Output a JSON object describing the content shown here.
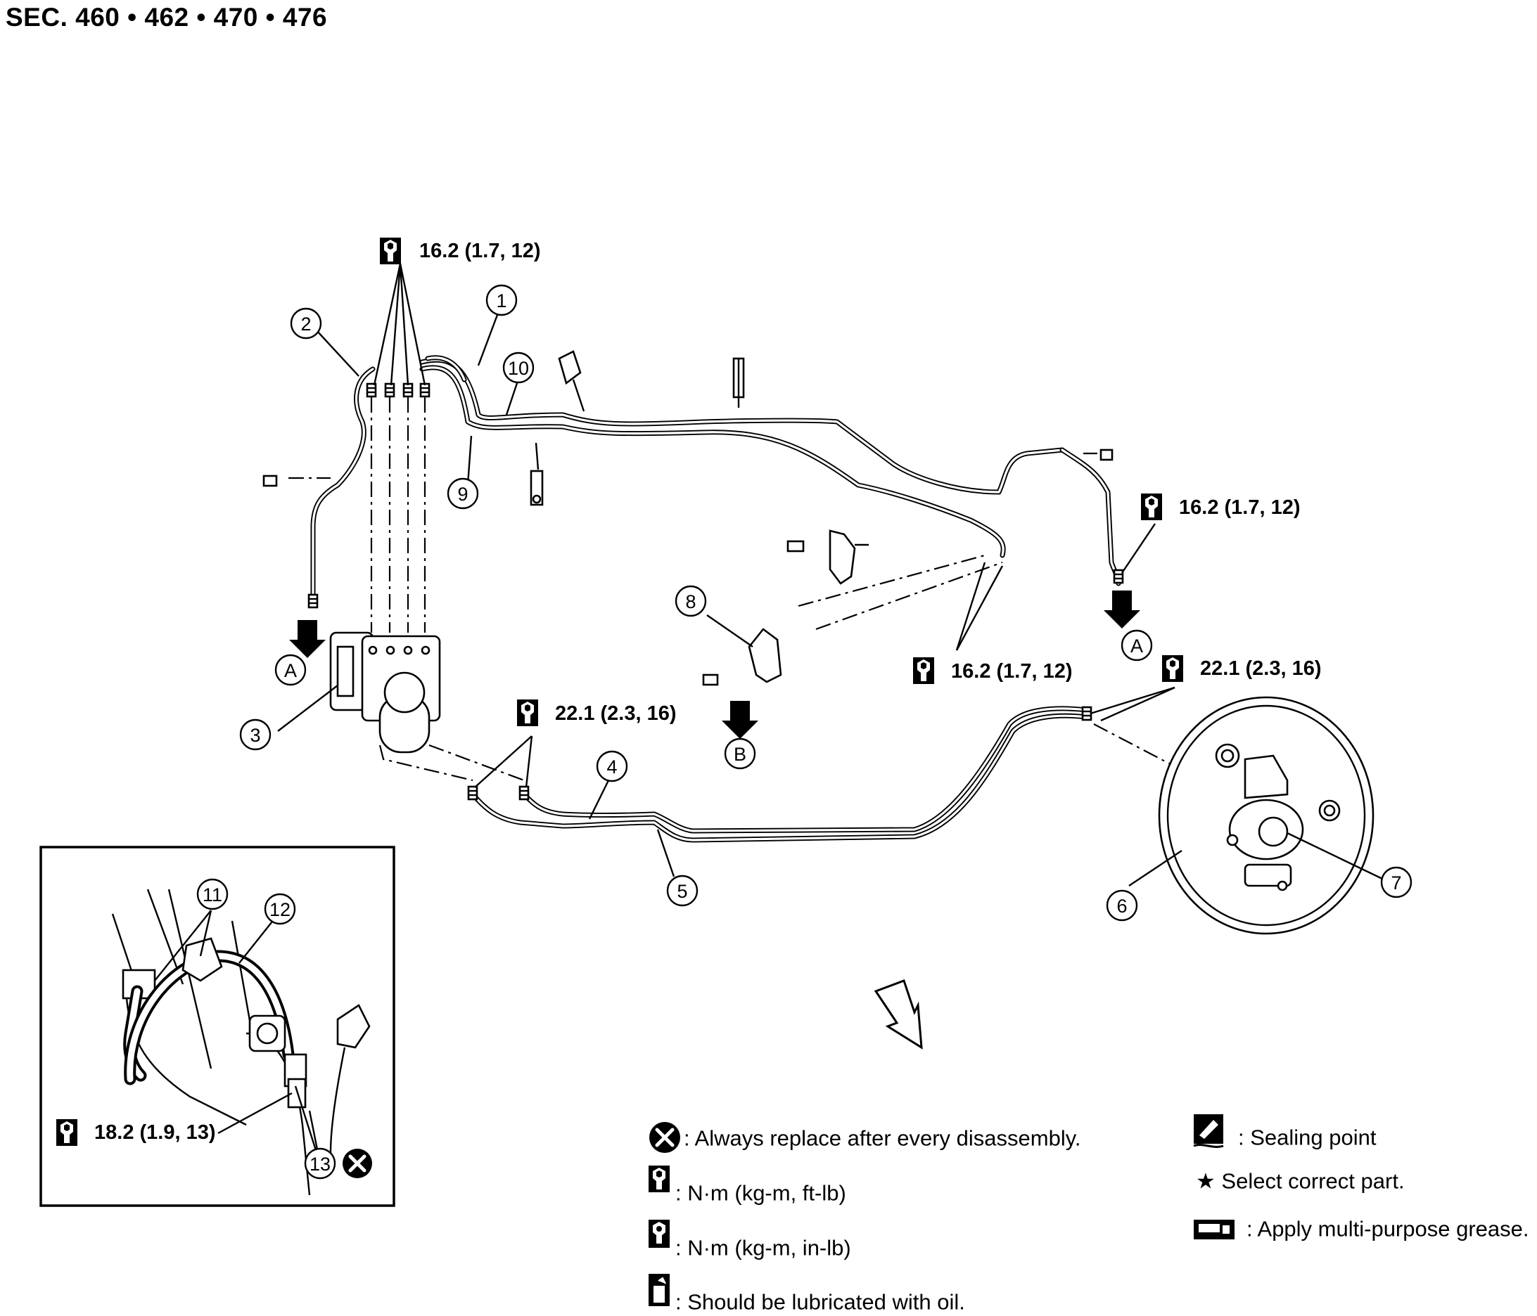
{
  "title": "SEC. 460 • 462 • 470 • 476",
  "part_numbers": [
    "1",
    "2",
    "3",
    "4",
    "5",
    "6",
    "7",
    "8",
    "9",
    "10",
    "11",
    "12",
    "13"
  ],
  "view_refs": {
    "a": "A",
    "b": "B"
  },
  "torques": {
    "abs_lines": "16.2 (1.7, 12)",
    "right_line": "16.2 (1.7, 12)",
    "connector": "16.2 (1.7, 12)",
    "master_cyl": "22.1 (2.3, 16)",
    "lower_pair": "22.1 (2.3, 16)",
    "inset_hose": "18.2 (1.9, 13)"
  },
  "legend": {
    "replace": ": Always replace after every disassembly.",
    "nm_ftlb": ": N·m (kg-m, ft-lb)",
    "nm_inlb": ": N·m (kg-m, in-lb)",
    "oil": ": Should be lubricated with oil.",
    "sealing": ": Sealing point",
    "select": "★ Select correct part.",
    "grease": ": Apply multi-purpose grease."
  }
}
